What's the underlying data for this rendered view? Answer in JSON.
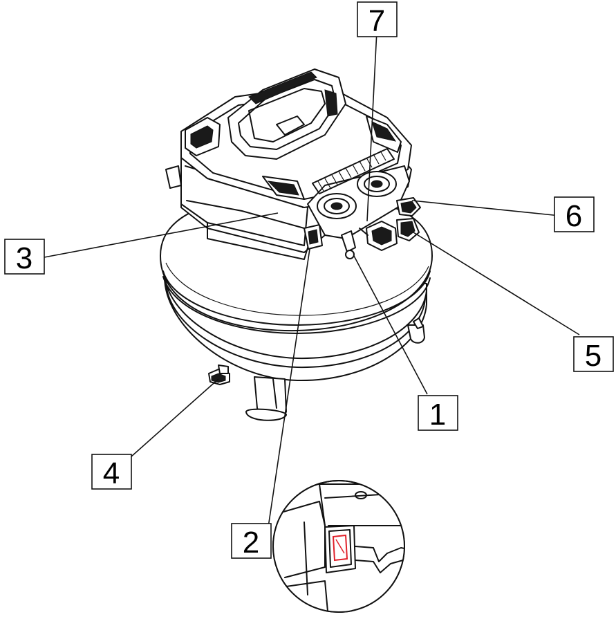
{
  "callouts": [
    {
      "id": "1",
      "label": "1"
    },
    {
      "id": "2",
      "label": "2"
    },
    {
      "id": "3",
      "label": "3"
    },
    {
      "id": "4",
      "label": "4"
    },
    {
      "id": "5",
      "label": "5"
    },
    {
      "id": "6",
      "label": "6"
    },
    {
      "id": "7",
      "label": "7"
    }
  ],
  "colors": {
    "line": "#111111",
    "background": "#ffffff",
    "indicator": "#e0202a"
  }
}
